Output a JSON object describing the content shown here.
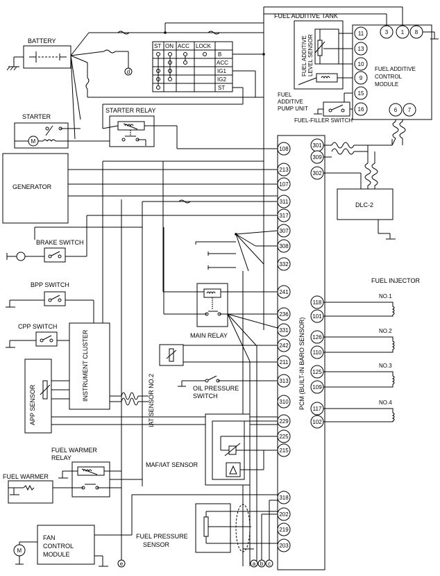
{
  "labels": {
    "battery": "BATTERY",
    "starter": "STARTER",
    "starter_relay": "STARTER RELAY",
    "generator": "GENERATOR",
    "brake_switch": "BRAKE SWITCH",
    "bpp_switch": "BPP SWITCH",
    "cpp_switch": "CPP SWITCH",
    "app_sensor": "APP SENSOR",
    "instrument_cluster": "INSTRUMENT CLUSTER",
    "iat_sensor_2": "IAT SENSOR NO.2",
    "fuel_warmer_relay_1": "FUEL WARMER",
    "fuel_warmer_relay_2": "RELAY",
    "fuel_warmer": "FUEL WARMER",
    "fan_control_1": "FAN",
    "fan_control_2": "CONTROL",
    "fan_control_3": "MODULE",
    "fuel_pressure_1": "FUEL PRESSURE",
    "fuel_pressure_2": "SENSOR",
    "main_relay": "MAIN RELAY",
    "oil_pressure_1": "OIL PRESSURE",
    "oil_pressure_2": "SWITCH",
    "maf_iat": "MAF/IAT SENSOR",
    "pcm": "PCM (BUILT-IN BARO SENSOR)",
    "fuel_injector": "FUEL INJECTOR",
    "dlc2": "DLC-2",
    "fuel_additive_tank": "FUEL ADDITIVE TANK",
    "fuel_additive_level_1": "FUEL ADDITIVE",
    "fuel_additive_level_2": "LEVEL SENSOR",
    "fuel_additive_pump_1": "FUEL",
    "fuel_additive_pump_2": "ADDITIVE",
    "fuel_additive_pump_3": "PUMP UNIT",
    "fuel_filler_switch": "FUEL-FILLER SWITCH",
    "fuel_additive_cm_1": "FUEL ADDITIVE",
    "fuel_additive_cm_2": "CONTROL",
    "fuel_additive_cm_3": "MODULE"
  },
  "ignition_switch": {
    "headers": [
      "ST",
      "ON",
      "ACC",
      "LOCK"
    ],
    "rows": [
      "B",
      "ACC",
      "IG1",
      "IG2",
      "ST"
    ]
  },
  "injectors": [
    "NO.1",
    "NO.2",
    "NO.3",
    "NO.4"
  ],
  "pcm_left_pins": [
    "108",
    "213",
    "107",
    "311",
    "317",
    "307",
    "308",
    "332",
    "241",
    "236",
    "331",
    "242",
    "211",
    "313",
    "310",
    "229",
    "225",
    "215",
    "318",
    "202",
    "219",
    "203"
  ],
  "pcm_right_pins": [
    "301",
    "309",
    "302",
    "118",
    "101",
    "126",
    "110",
    "125",
    "109",
    "117",
    "102"
  ],
  "fac_pins_left": [
    "11",
    "13",
    "10",
    "9",
    "15",
    "16"
  ],
  "fac_pins_top": [
    "3",
    "1",
    "8"
  ],
  "fac_pins_bottom": [
    "6",
    "7"
  ],
  "connectors": [
    "a",
    "b",
    "c",
    "d",
    "e"
  ]
}
